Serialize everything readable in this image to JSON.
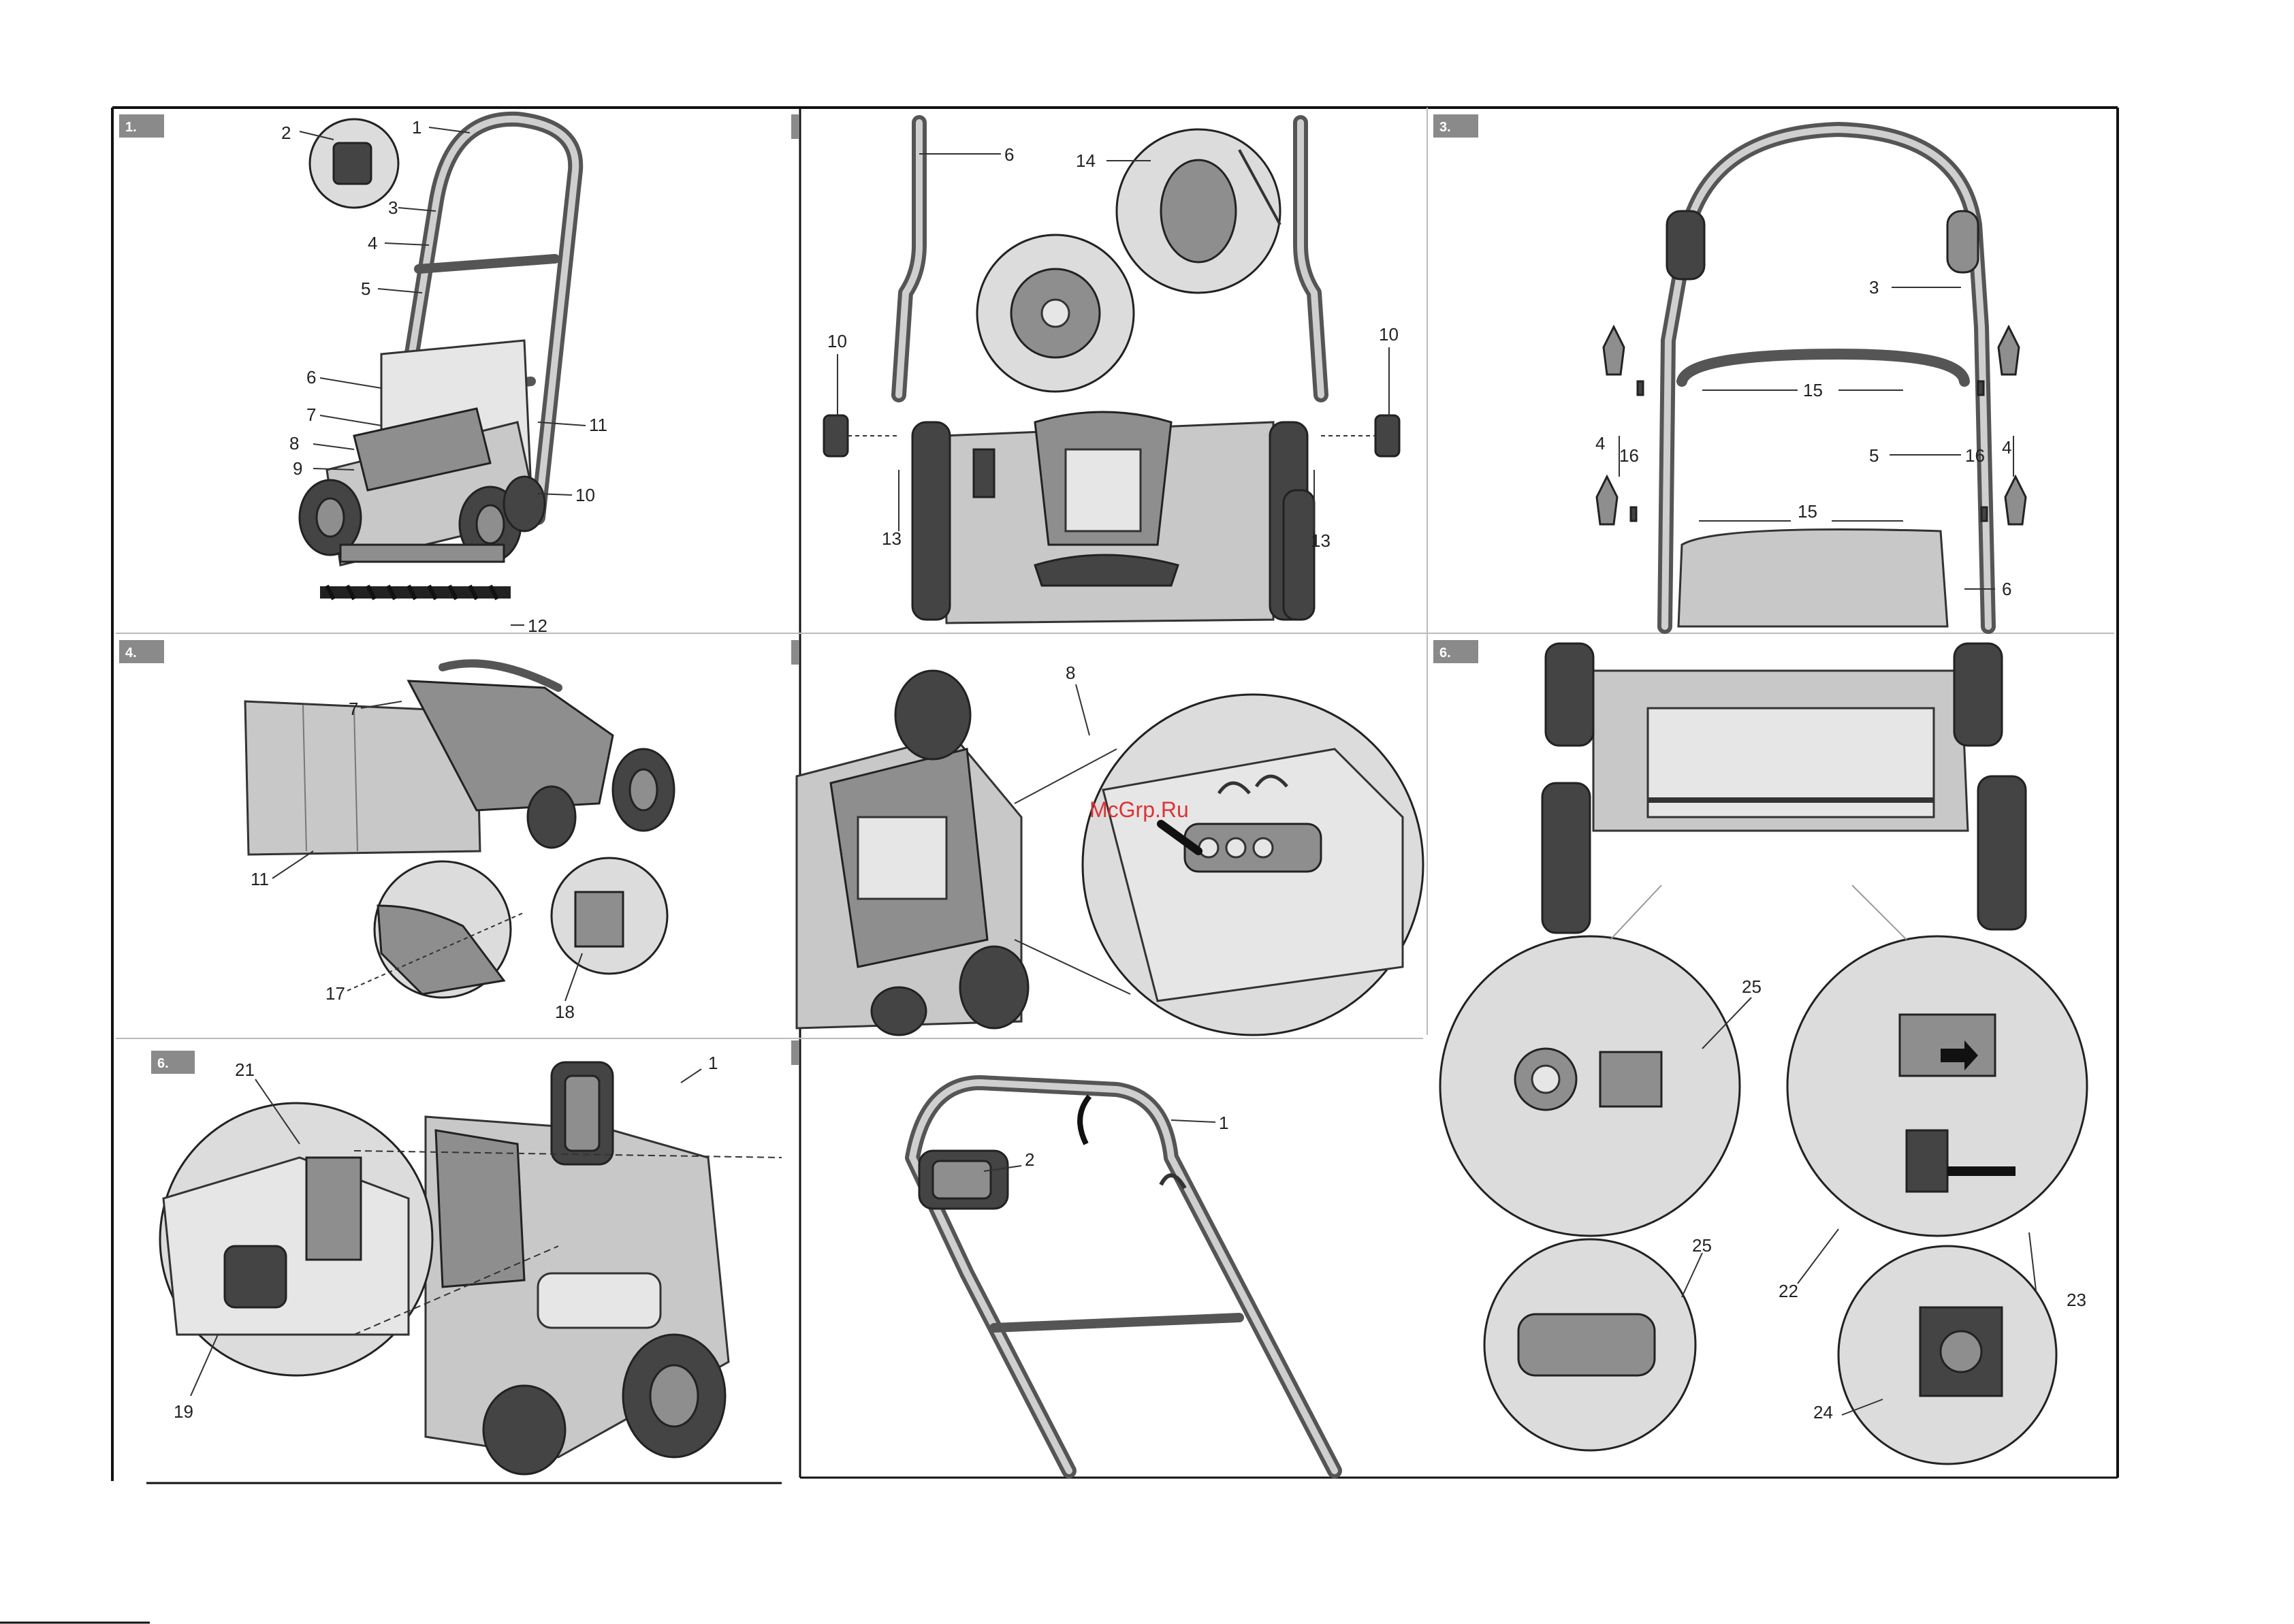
{
  "panels": {
    "p1": {
      "tag": "1.",
      "callouts": [
        "1",
        "2",
        "3",
        "4",
        "5",
        "6",
        "7",
        "8",
        "9",
        "10",
        "11",
        "12"
      ]
    },
    "p2": {
      "tag": "",
      "callouts": [
        "6",
        "14",
        "10",
        "10",
        "13",
        "13"
      ]
    },
    "p3": {
      "tag": "3.",
      "callouts": [
        "3",
        "15",
        "4",
        "16",
        "5",
        "16",
        "4",
        "15",
        "6"
      ]
    },
    "p4": {
      "tag": "4.",
      "callouts": [
        "7",
        "11",
        "17",
        "18"
      ]
    },
    "p5": {
      "tag": "",
      "callouts": [
        "8"
      ]
    },
    "p6": {
      "tag": "6.",
      "callouts": [
        "25",
        "22",
        "23",
        "25",
        "24"
      ]
    },
    "p7": {
      "tag": "6.",
      "callouts": [
        "21",
        "1",
        "19"
      ]
    },
    "p8": {
      "tag": "",
      "callouts": [
        "1",
        "2"
      ]
    }
  },
  "watermark": "McGrp.Ru",
  "colors": {
    "tag_bg": "#8a8a8a",
    "frame": "#111111",
    "watermark": "#dd3333"
  }
}
